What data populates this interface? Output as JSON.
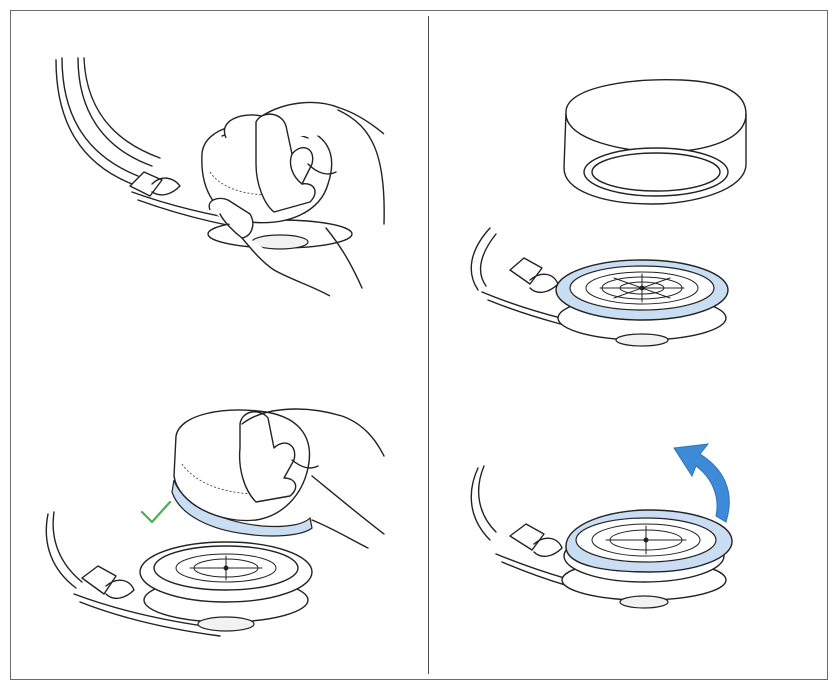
{
  "figure": {
    "panels": [
      {
        "id": "step-1",
        "content": "hand-pulling-ear-cushion"
      },
      {
        "id": "step-2",
        "content": "cushion-removed-over-ring"
      },
      {
        "id": "step-3",
        "content": "hand-attaching-cushion-with-check"
      },
      {
        "id": "step-4",
        "content": "ring-lifted-with-arrow"
      }
    ],
    "colors": {
      "highlight_ring": "#c9def2",
      "highlight_ring_stroke": "#7aa9d6",
      "arrow": "#3d8ad6",
      "check": "#4cae4c",
      "line": "#222222"
    },
    "icons": [
      "checkmark-icon",
      "curved-arrow-icon"
    ]
  }
}
